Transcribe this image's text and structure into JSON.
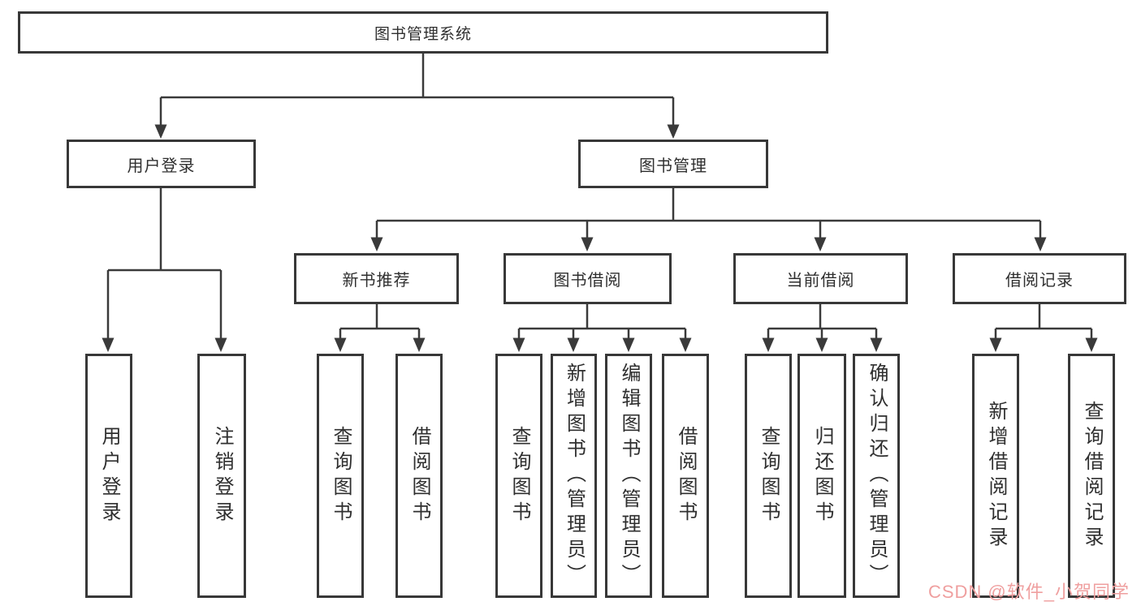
{
  "tree": {
    "root": {
      "label": "图书管理系统"
    },
    "children": [
      {
        "label": "用户登录",
        "children": [
          {
            "label": "用户登录"
          },
          {
            "label": "注销登录"
          }
        ]
      },
      {
        "label": "图书管理",
        "children": [
          {
            "label": "新书推荐",
            "children": [
              {
                "label": "查询图书"
              },
              {
                "label": "借阅图书"
              }
            ]
          },
          {
            "label": "图书借阅",
            "children": [
              {
                "label": "查询图书"
              },
              {
                "label": "新增图书（管理员）"
              },
              {
                "label": "编辑图书（管理员）"
              },
              {
                "label": "借阅图书"
              }
            ]
          },
          {
            "label": "当前借阅",
            "children": [
              {
                "label": "查询图书"
              },
              {
                "label": "归还图书"
              },
              {
                "label": "确认归还（管理员）"
              }
            ]
          },
          {
            "label": "借阅记录",
            "children": [
              {
                "label": "新增借阅记录"
              },
              {
                "label": "查询借阅记录"
              }
            ]
          }
        ]
      }
    ]
  },
  "watermark": {
    "text": "CSDN @软件_小贺同学",
    "color": "#ef9f9f"
  },
  "colors": {
    "line": "#3a3a3a",
    "box_border": "#383838",
    "text": "#2f2f2f",
    "background": "#ffffff"
  }
}
